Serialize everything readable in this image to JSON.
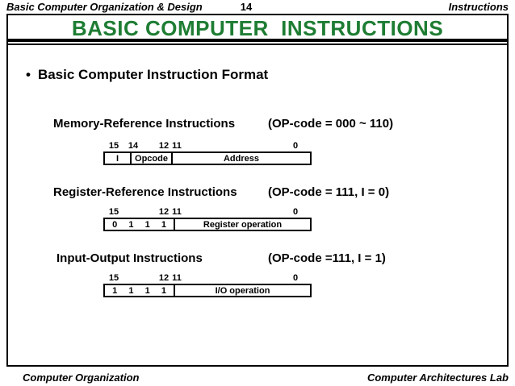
{
  "colors": {
    "title_green": "#1e7d33",
    "text": "#000000",
    "border": "#000000",
    "background": "#ffffff"
  },
  "header": {
    "left": "Basic Computer Organization & Design",
    "page_number": "14",
    "right": "Instructions"
  },
  "banner": {
    "title": "BASIC COMPUTER  INSTRUCTIONS"
  },
  "content": {
    "bullet": "•",
    "heading": "Basic Computer Instruction Format",
    "sections": [
      {
        "title": "Memory-Reference Instructions",
        "opcode_note": "(OP-code = 000 ~ 110)",
        "bit_labels": [
          "15",
          "14",
          "12",
          "11",
          "0"
        ],
        "fields": [
          "I",
          "Opcode",
          "Address"
        ]
      },
      {
        "title": "Register-Reference Instructions",
        "opcode_note": "(OP-code = 111, I = 0)",
        "bit_labels": [
          "15",
          "12",
          "11",
          "0"
        ],
        "bits": [
          "0",
          "1",
          "1",
          "1"
        ],
        "operation_field": "Register operation"
      },
      {
        "title": "Input-Output Instructions",
        "opcode_note": "(OP-code =111, I = 1)",
        "bit_labels": [
          "15",
          "12",
          "11",
          "0"
        ],
        "bits": [
          "1",
          "1",
          "1",
          "1"
        ],
        "operation_field": "I/O operation"
      }
    ]
  },
  "footer": {
    "left": "Computer Organization",
    "right": "Computer Architectures Lab"
  }
}
